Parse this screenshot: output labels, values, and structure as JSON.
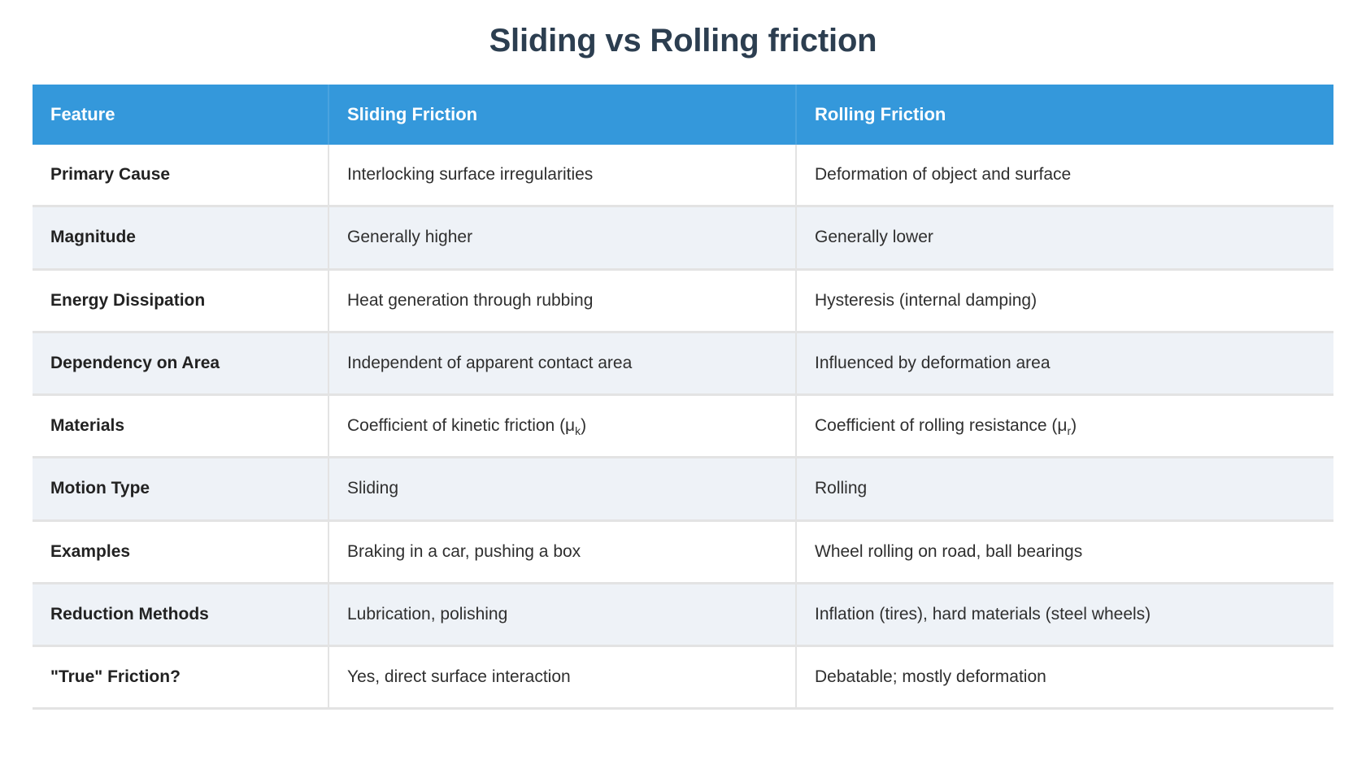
{
  "title": "Sliding vs Rolling friction",
  "theme": {
    "header_bg": "#3498db",
    "title_color": "#2c3e50",
    "row_alt_bg": "#eef2f7",
    "row_bg": "#ffffff",
    "border_color": "#e3e3e3",
    "body_text_color": "#2f2f2f"
  },
  "table": {
    "columns": [
      "Feature",
      "Sliding Friction",
      "Rolling Friction"
    ],
    "rows": [
      {
        "feature": "Primary Cause",
        "sliding": "Interlocking surface irregularities",
        "rolling": "Deformation of object and surface"
      },
      {
        "feature": "Magnitude",
        "sliding": "Generally higher",
        "rolling": "Generally lower"
      },
      {
        "feature": "Energy Dissipation",
        "sliding": "Heat generation through rubbing",
        "rolling": "Hysteresis (internal damping)"
      },
      {
        "feature": "Dependency on Area",
        "sliding": "Independent of apparent contact area",
        "rolling": "Influenced by deformation area"
      },
      {
        "feature": "Materials",
        "sliding_prefix": "Coefficient of kinetic friction (μ",
        "sliding_sub": "k",
        "sliding_suffix": ")",
        "sliding": "Coefficient of kinetic friction (μk)",
        "rolling_prefix": "Coefficient of rolling resistance (μ",
        "rolling_sub": "r",
        "rolling_suffix": ")",
        "rolling": "Coefficient of rolling resistance (μr)"
      },
      {
        "feature": "Motion Type",
        "sliding": "Sliding",
        "rolling": "Rolling"
      },
      {
        "feature": "Examples",
        "sliding": "Braking in a car, pushing a box",
        "rolling": "Wheel rolling on road, ball bearings"
      },
      {
        "feature": "Reduction Methods",
        "sliding": "Lubrication, polishing",
        "rolling": "Inflation (tires), hard materials (steel wheels)"
      },
      {
        "feature": "\"True\" Friction?",
        "sliding": "Yes, direct surface interaction",
        "rolling": "Debatable; mostly deformation"
      }
    ]
  }
}
